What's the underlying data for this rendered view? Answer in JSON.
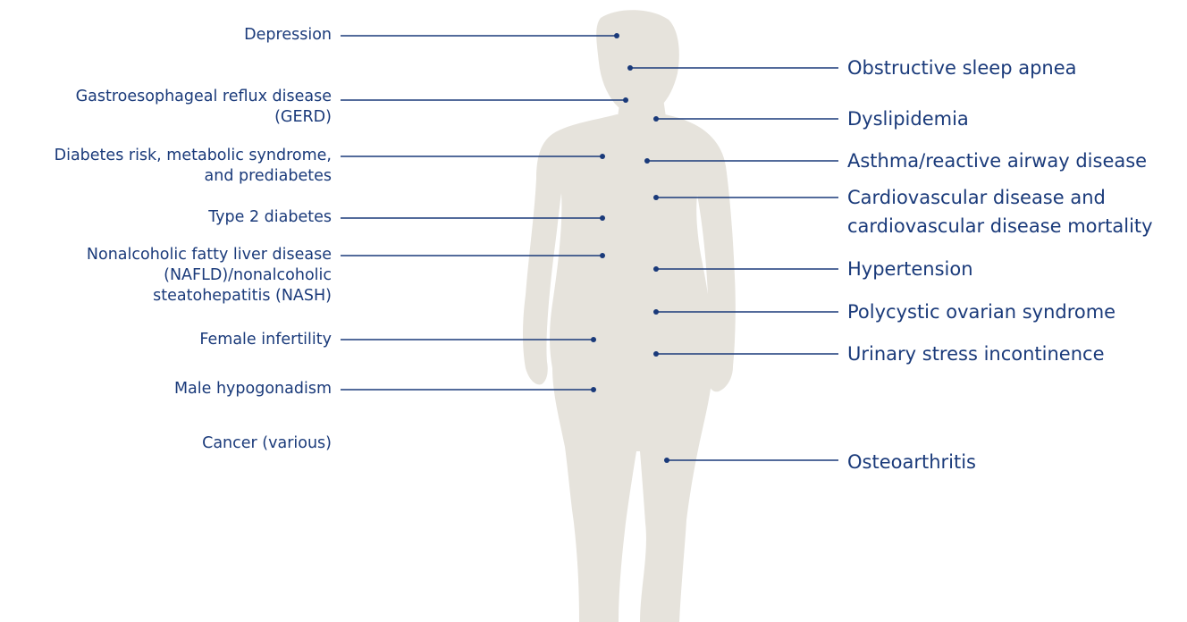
{
  "colors": {
    "text": "#1a3a7a",
    "connector": "#1a3a7a",
    "silhouette": "#e6e3dc",
    "background": "#ffffff"
  },
  "figure": {
    "icon": "human-body-silhouette-icon"
  },
  "left_labels": [
    {
      "lines": [
        "Depression"
      ]
    },
    {
      "lines": [
        "Gastroesophageal reflux disease",
        "(GERD)"
      ]
    },
    {
      "lines": [
        "Diabetes risk, metabolic syndrome,",
        "and prediabetes"
      ]
    },
    {
      "lines": [
        "Type 2 diabetes"
      ]
    },
    {
      "lines": [
        "Nonalcoholic fatty liver disease",
        "(NAFLD)/nonalcoholic",
        "steatohepatitis (NASH)"
      ]
    },
    {
      "lines": [
        "Female infertility"
      ]
    },
    {
      "lines": [
        "Male hypogonadism"
      ]
    },
    {
      "lines": [
        "Cancer (various)"
      ]
    }
  ],
  "right_labels": [
    {
      "lines": [
        "Obstructive sleep apnea"
      ]
    },
    {
      "lines": [
        "Dyslipidemia"
      ]
    },
    {
      "lines": [
        "Asthma/reactive airway disease"
      ]
    },
    {
      "lines": [
        "Cardiovascular disease and",
        "cardiovascular disease mortality"
      ]
    },
    {
      "lines": [
        "Hypertension"
      ]
    },
    {
      "lines": [
        "Polycystic ovarian syndrome"
      ]
    },
    {
      "lines": [
        "Urinary stress incontinence"
      ]
    },
    {
      "lines": [
        "Osteoarthritis"
      ]
    }
  ]
}
